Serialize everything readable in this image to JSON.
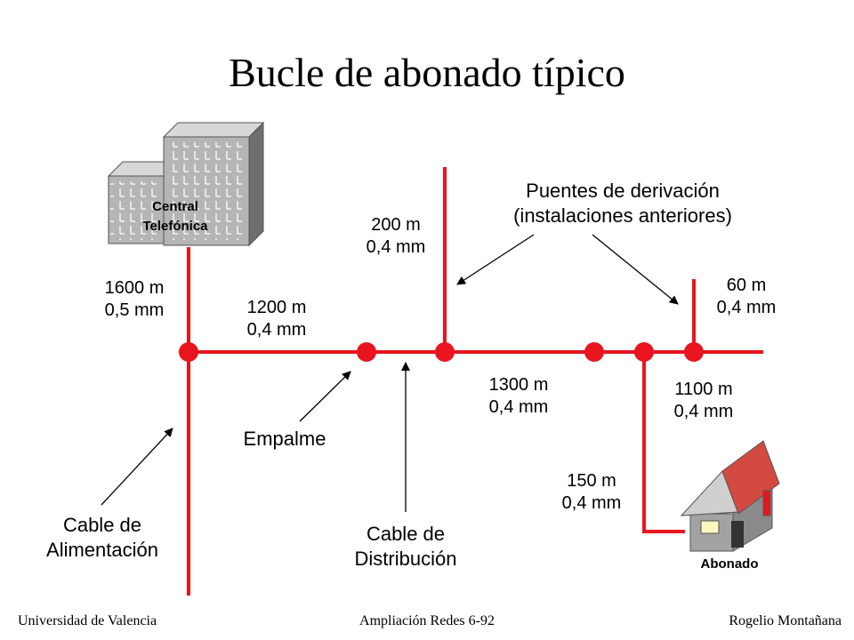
{
  "title": "Bucle de abonado típico",
  "central": {
    "line1": "Central",
    "line2": "Telefónica"
  },
  "abonado_label": "Abonado",
  "segments": {
    "feeder": {
      "length": "1600 m",
      "gauge": "0,5 mm"
    },
    "seg_a": {
      "length": "1200 m",
      "gauge": "0,4 mm"
    },
    "bridge1": {
      "length": "200 m",
      "gauge": "0,4 mm"
    },
    "seg_b": {
      "length": "1300 m",
      "gauge": "0,4 mm"
    },
    "seg_c": {
      "length": "1100 m",
      "gauge": "0,4 mm"
    },
    "bridge2": {
      "length": "60 m",
      "gauge": "0,4 mm"
    },
    "drop": {
      "length": "150 m",
      "gauge": "0,4 mm"
    }
  },
  "callouts": {
    "puentes": {
      "line1": "Puentes de derivación",
      "line2": "(instalaciones anteriores)"
    },
    "empalme": "Empalme",
    "alimentacion": {
      "line1": "Cable de",
      "line2": "Alimentación"
    },
    "distribucion": {
      "line1": "Cable de",
      "line2": "Distribución"
    }
  },
  "footer": {
    "left": "Universidad de Valencia",
    "center": "Ampliación Redes 6-92",
    "right": "Rogelio Montañana"
  },
  "colors": {
    "cable": "#e8141e",
    "building": "#b8b8b8",
    "house_roof": "#d24a40",
    "house_wall": "#a0a0a0"
  }
}
